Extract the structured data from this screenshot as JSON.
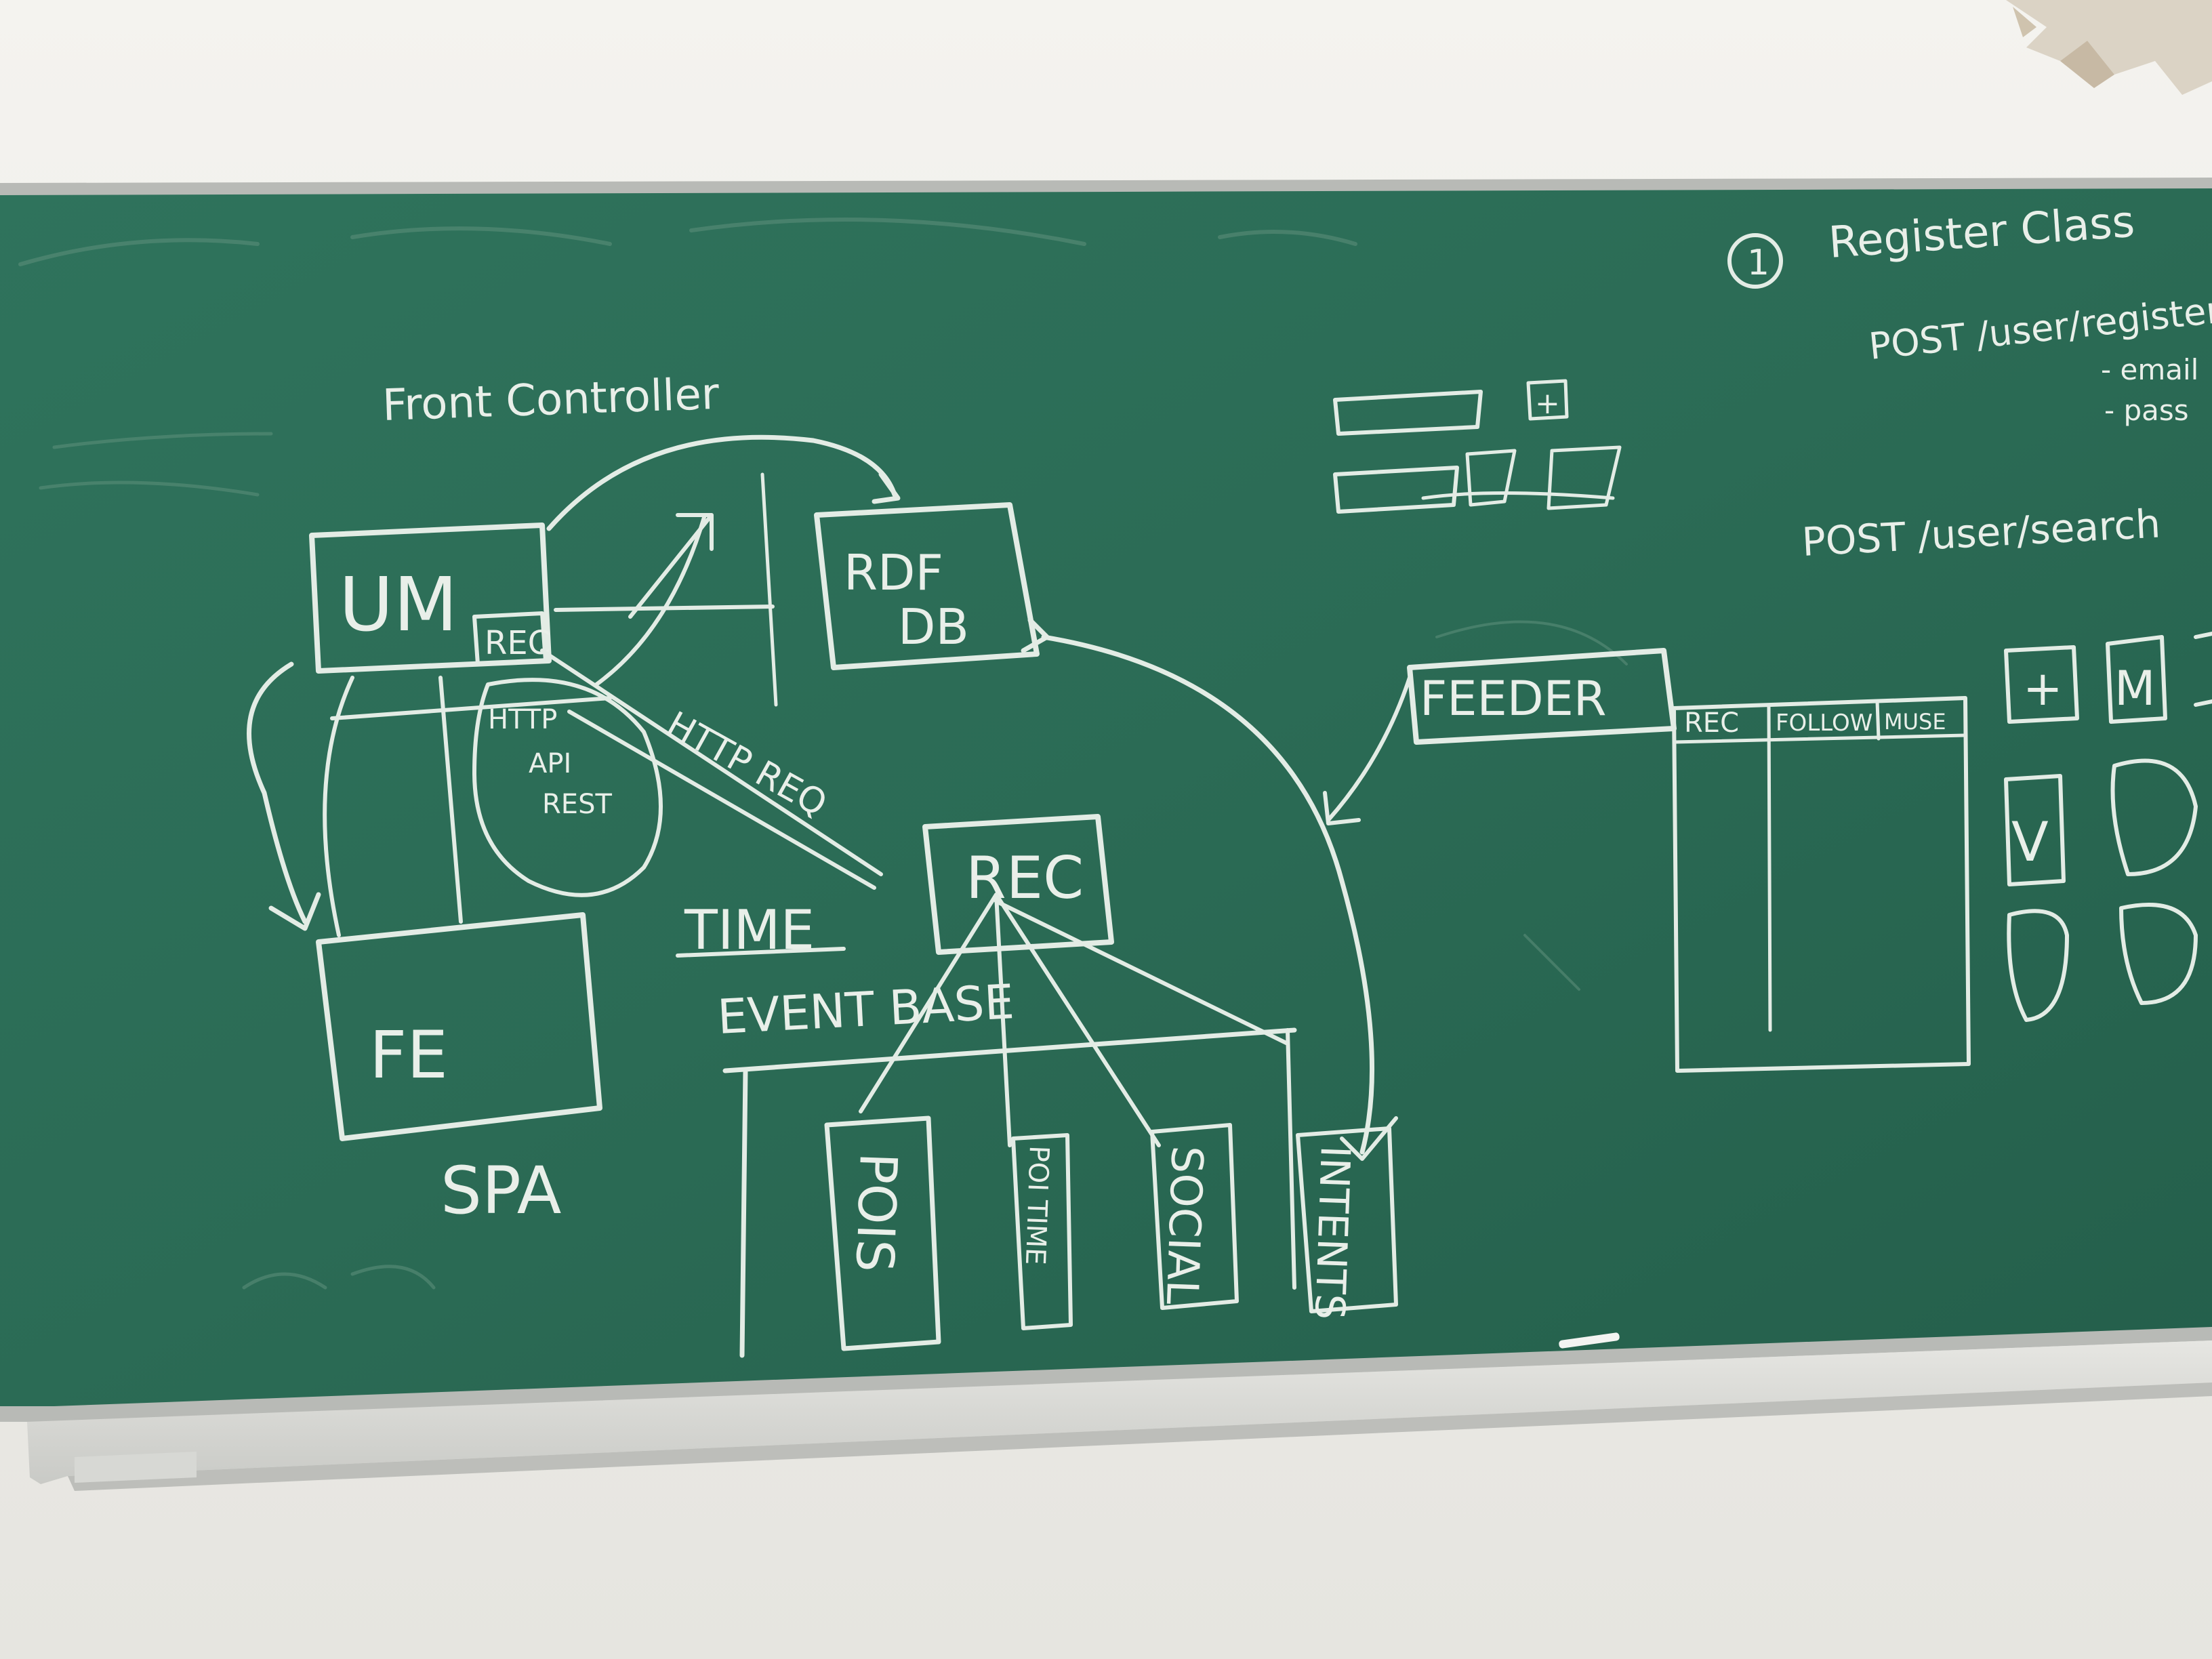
{
  "labels": {
    "front_controller": "Front Controller",
    "um": "UM",
    "rec_small": "REC",
    "rdf_db_line1": "RDF",
    "rdf_db_line2": "DB",
    "http_api_line1": "HTTP",
    "http_api_line2": "API",
    "http_api_line3": "REST",
    "http_req": "HTTP REQ",
    "rec_main": "REC",
    "time": "TIME",
    "event_base": "EVENT BASE",
    "fe": "FE",
    "spa": "SPA",
    "pois": "POIS",
    "poi_time": "POI TIME",
    "social": "SOCIAL",
    "intents": "INTENTS",
    "feeder": "FEEDER",
    "register_num": "1",
    "register_title": "Register Class",
    "post_register": "POST /user/register",
    "bullet_1": "- email",
    "bullet_2": "- pass",
    "post_user": "POST /user/search",
    "tab_rec": "REC",
    "tab_follow": "FOLLOW",
    "tab_muse": "MUSE",
    "icon_plus": "+",
    "icon_m": "M",
    "icon_v": "V",
    "plus_small": "+"
  },
  "colors": {
    "board": "#2c6e58",
    "board_dark": "#1f5a46",
    "frame": "#b9bcb8",
    "chalk": "#e3ece5",
    "wall": "#f1f0ec"
  }
}
